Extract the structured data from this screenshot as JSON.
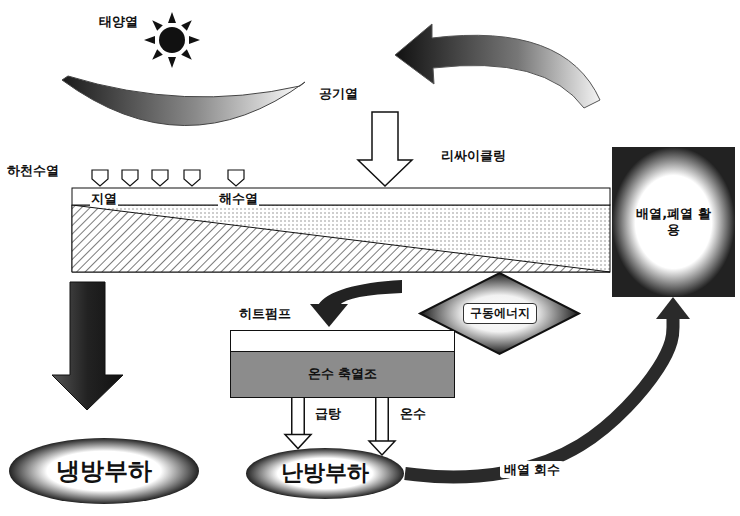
{
  "diagram": {
    "nodes": [
      {
        "text": [
          "배열,폐열 활용"
        ]
      },
      {
        "text": [
          "구동에너지"
        ]
      },
      {
        "text": [
          "온수 축열조"
        ]
      },
      {
        "text": [
          "냉방부하"
        ]
      },
      {
        "text": [
          "난방부하"
        ]
      }
    ],
    "edges": [
      {
        "from": 2,
        "to": 4,
        "label": "급탕",
        "arrow": "to"
      },
      {
        "from": 2,
        "to": 4,
        "label": "온수",
        "arrow": "to"
      },
      {
        "from": 4,
        "to": 0,
        "label": "배열 회수",
        "arrow": "to"
      }
    ],
    "labels": [
      "태양열",
      "공기열",
      "리싸이클링",
      "하천수열",
      "지열",
      "해수열",
      "히트펌프"
    ]
  }
}
